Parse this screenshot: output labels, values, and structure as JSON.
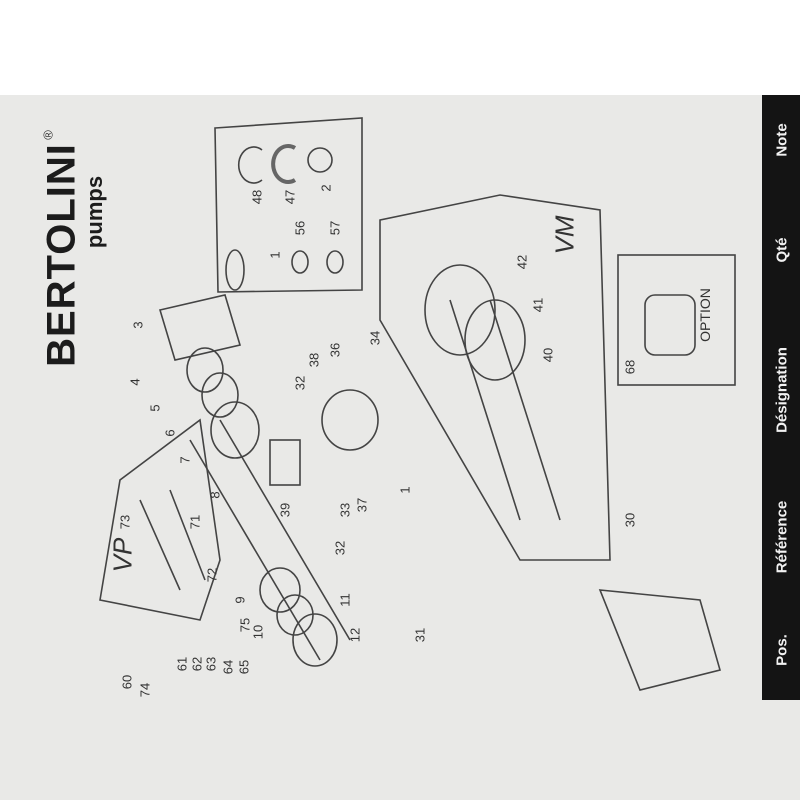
{
  "logo": {
    "brand": "BERTOLINI",
    "sub": "pumps",
    "mark": "®"
  },
  "table_header": {
    "pos": "Pos.",
    "reference": "Référence",
    "designation": "Désignation",
    "qty": "Qté",
    "note": "Note"
  },
  "groups": {
    "vm": "VM",
    "vp": "VP",
    "option": "OPTION"
  },
  "labels": {
    "l1": "1",
    "l2": "2",
    "l3": "3",
    "l4": "4",
    "l5": "5",
    "l6": "6",
    "l7": "7",
    "l8": "8",
    "l9": "9",
    "l10": "10",
    "l11": "11",
    "l12": "12",
    "l30": "30",
    "l31": "31",
    "l32a": "32",
    "l32b": "32",
    "l33": "33",
    "l34": "34",
    "l36": "36",
    "l37": "37",
    "l38": "38",
    "l39": "39",
    "l1b": "1",
    "l40": "40",
    "l41": "41",
    "l42": "42",
    "l47": "47",
    "l48": "48",
    "l56": "56",
    "l57": "57",
    "l60": "60",
    "l61": "61",
    "l62": "62",
    "l63": "63",
    "l64": "64",
    "l65": "65",
    "l68": "68",
    "l71": "71",
    "l72": "72",
    "l73": "73",
    "l74": "74",
    "l75": "75"
  }
}
